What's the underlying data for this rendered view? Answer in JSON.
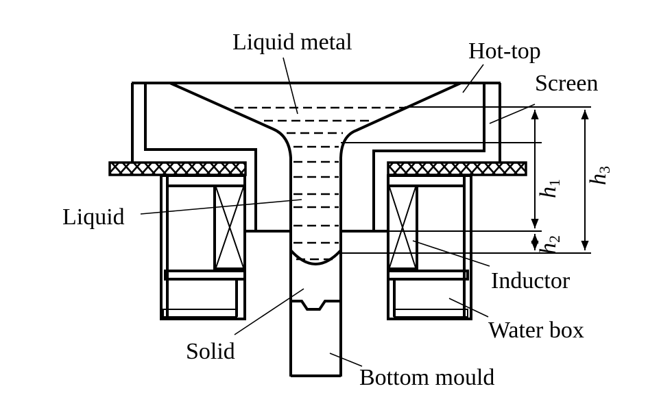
{
  "figure": {
    "title": "Hot-top casting mould with electromagnetic inductor (cross-section)",
    "colors": {
      "ink": "#000000",
      "background": "#ffffff"
    },
    "labels": {
      "liquid_metal": "Liquid metal",
      "hot_top": "Hot-top",
      "screen": "Screen",
      "liquid": "Liquid",
      "inductor": "Inductor",
      "water_box": "Water box",
      "solid": "Solid",
      "bottom_mould": "Bottom mould"
    },
    "dimensions": {
      "h1": {
        "symbol": "h",
        "subscript": "1"
      },
      "h2": {
        "symbol": "h",
        "subscript": "2"
      },
      "h3": {
        "symbol": "h",
        "subscript": "3"
      }
    }
  }
}
